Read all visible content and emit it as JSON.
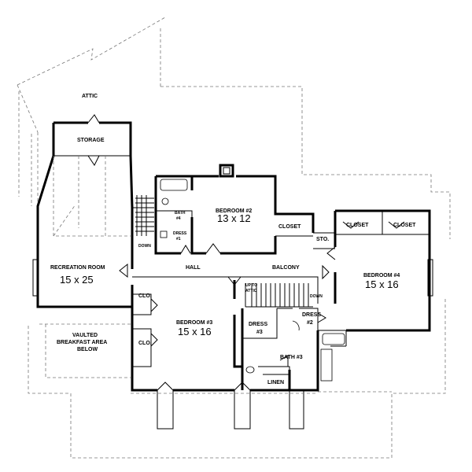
{
  "rooms": {
    "attic": "ATTIC",
    "storage": "STORAGE",
    "recreation": {
      "name": "RECREATION ROOM",
      "size": "15 x 25"
    },
    "vaulted": [
      "VAULTED",
      "BREAKFAST AREA",
      "BELOW"
    ],
    "bath4": [
      "BATH",
      "#4"
    ],
    "dress1": [
      "DRESS",
      "#1"
    ],
    "bedroom2": {
      "name": "BEDROOM #2",
      "size": "13 x 12"
    },
    "closet_b2": "CLOSET",
    "sto": "STO.",
    "closet1": "CLOSET",
    "closet2": "CLOSET",
    "bedroom4": {
      "name": "BEDROOM #4",
      "size": "15 x 16"
    },
    "hall": "HALL",
    "balcony": "BALCONY",
    "clo1": "CLO.",
    "clo2": "CLO.",
    "bedroom3": {
      "name": "BEDROOM #3",
      "size": "15 x 16"
    },
    "dress3": [
      "DRESS",
      "#3"
    ],
    "dress2": [
      "DRESS",
      "#2"
    ],
    "bath3": "BATH #3",
    "linen": "LINEN",
    "stair_down_left": "DOWN",
    "stair_down_right": "DOWN",
    "attic_access": [
      "UP TO",
      "ATTIC"
    ]
  }
}
